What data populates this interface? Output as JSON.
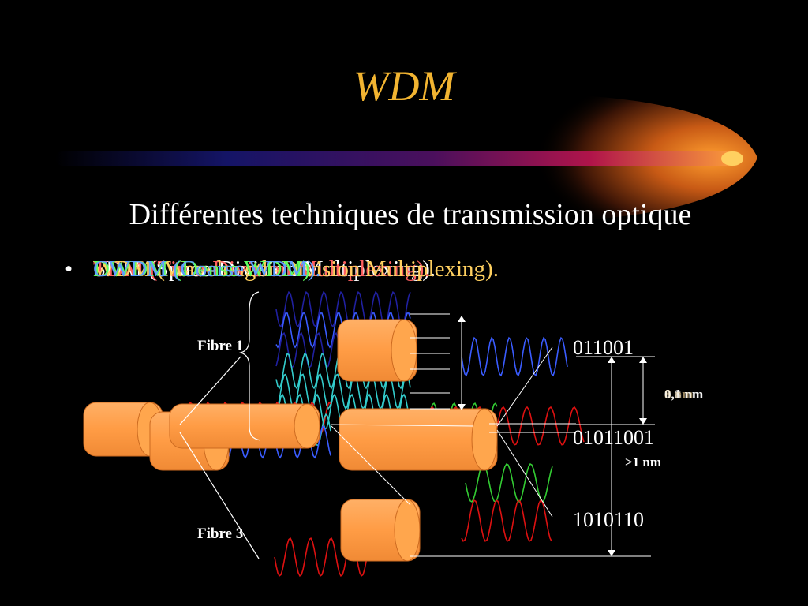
{
  "slide": {
    "title": "WDM",
    "subtitle": "Différentes techniques de transmission optique",
    "bullet_symbol": "•",
    "bullet_text": "SDM (Space-Division Multiplexing).",
    "overlay_texts": [
      "TDM (Time-Division Multiplexing).",
      "WDM (Wavelength-Division Multiplexing).",
      "DWDM (Dense WDM).",
      "CWDM (Coarse WDM)."
    ]
  },
  "diagram": {
    "fiber_labels": [
      "Fibre 1",
      "Fibre 3"
    ],
    "bit_labels": [
      "011001",
      "01011001",
      "1010110"
    ],
    "spacing_labels": [
      "0,1 nm",
      "8 nm",
      "0,8 nm"
    ],
    "spacing_label_large": ">1 nm"
  },
  "colors": {
    "title": "#f2b431",
    "fiber": "#ffa64d",
    "wave_blue": "#3a5cff",
    "wave_cyan": "#33cccc",
    "wave_green": "#33cc33",
    "wave_red": "#dd1111",
    "wave_navy": "#2020a0"
  }
}
